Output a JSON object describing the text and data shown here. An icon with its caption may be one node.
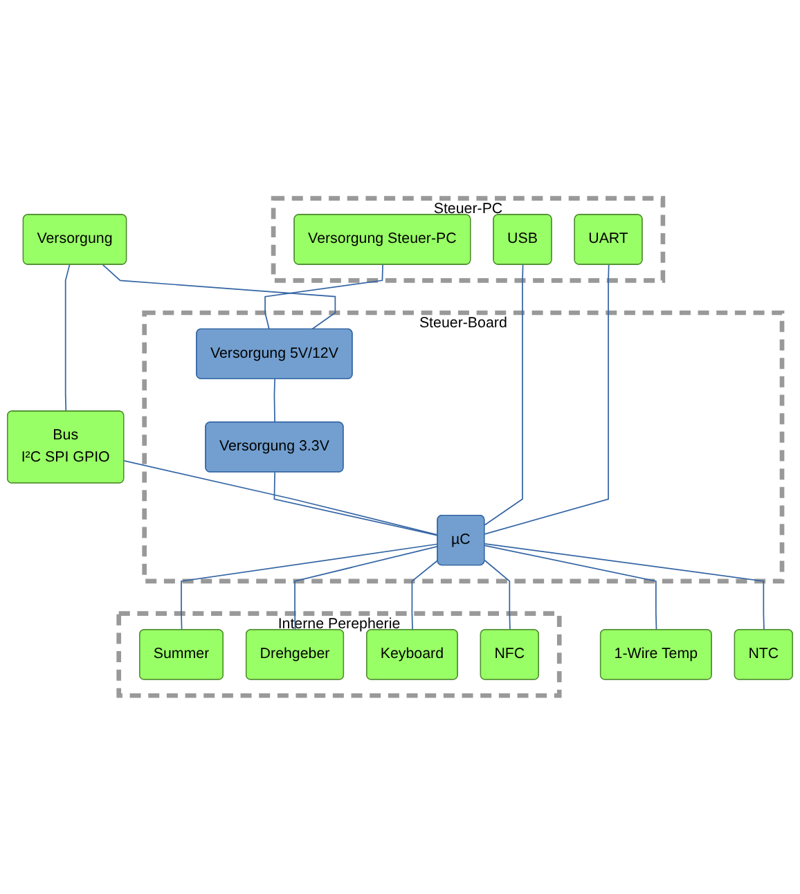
{
  "diagram": {
    "nodes": [
      {
        "text": [
          "Versorgung"
        ]
      },
      {
        "text": [
          "Steuer-PC"
        ]
      },
      {
        "text": [
          "Versorgung Steuer-PC"
        ],
        "in": 1
      },
      {
        "text": [
          "USB"
        ],
        "in": 1
      },
      {
        "text": [
          "UART"
        ],
        "in": 1
      },
      {
        "text": [
          "Steuer-Board"
        ]
      },
      {
        "text": [
          "Versorgung 5V/12V"
        ],
        "in": 5
      },
      {
        "text": [
          "Versorgung 3.3V"
        ],
        "in": 5
      },
      {
        "text": [
          "µC"
        ],
        "in": 5
      },
      {
        "text": [
          "Bus",
          "I²C SPI GPIO"
        ]
      },
      {
        "text": [
          "Interne Perepherie"
        ]
      },
      {
        "text": [
          "Summer"
        ],
        "in": 10
      },
      {
        "text": [
          "Drehgeber"
        ],
        "in": 10
      },
      {
        "text": [
          "Keyboard"
        ],
        "in": 10
      },
      {
        "text": [
          "NFC"
        ],
        "in": 10
      },
      {
        "text": [
          "1-Wire Temp"
        ]
      },
      {
        "text": [
          "NTC"
        ]
      }
    ],
    "edges": [
      {
        "from": 2,
        "to": 6,
        "arrow": "none"
      },
      {
        "from": 0,
        "to": 6,
        "arrow": "none"
      },
      {
        "from": 0,
        "to": 9,
        "arrow": "none"
      },
      {
        "from": 6,
        "to": 7,
        "arrow": "none"
      },
      {
        "from": 7,
        "to": 8,
        "arrow": "none"
      },
      {
        "from": 9,
        "to": 8,
        "arrow": "none"
      },
      {
        "from": 3,
        "to": 8,
        "arrow": "none"
      },
      {
        "from": 4,
        "to": 8,
        "arrow": "none"
      },
      {
        "from": 8,
        "to": 11,
        "arrow": "none"
      },
      {
        "from": 8,
        "to": 12,
        "arrow": "none"
      },
      {
        "from": 8,
        "to": 13,
        "arrow": "none"
      },
      {
        "from": 8,
        "to": 14,
        "arrow": "none"
      },
      {
        "from": 8,
        "to": 15,
        "arrow": "none"
      },
      {
        "from": 8,
        "to": 16,
        "arrow": "none"
      }
    ]
  }
}
